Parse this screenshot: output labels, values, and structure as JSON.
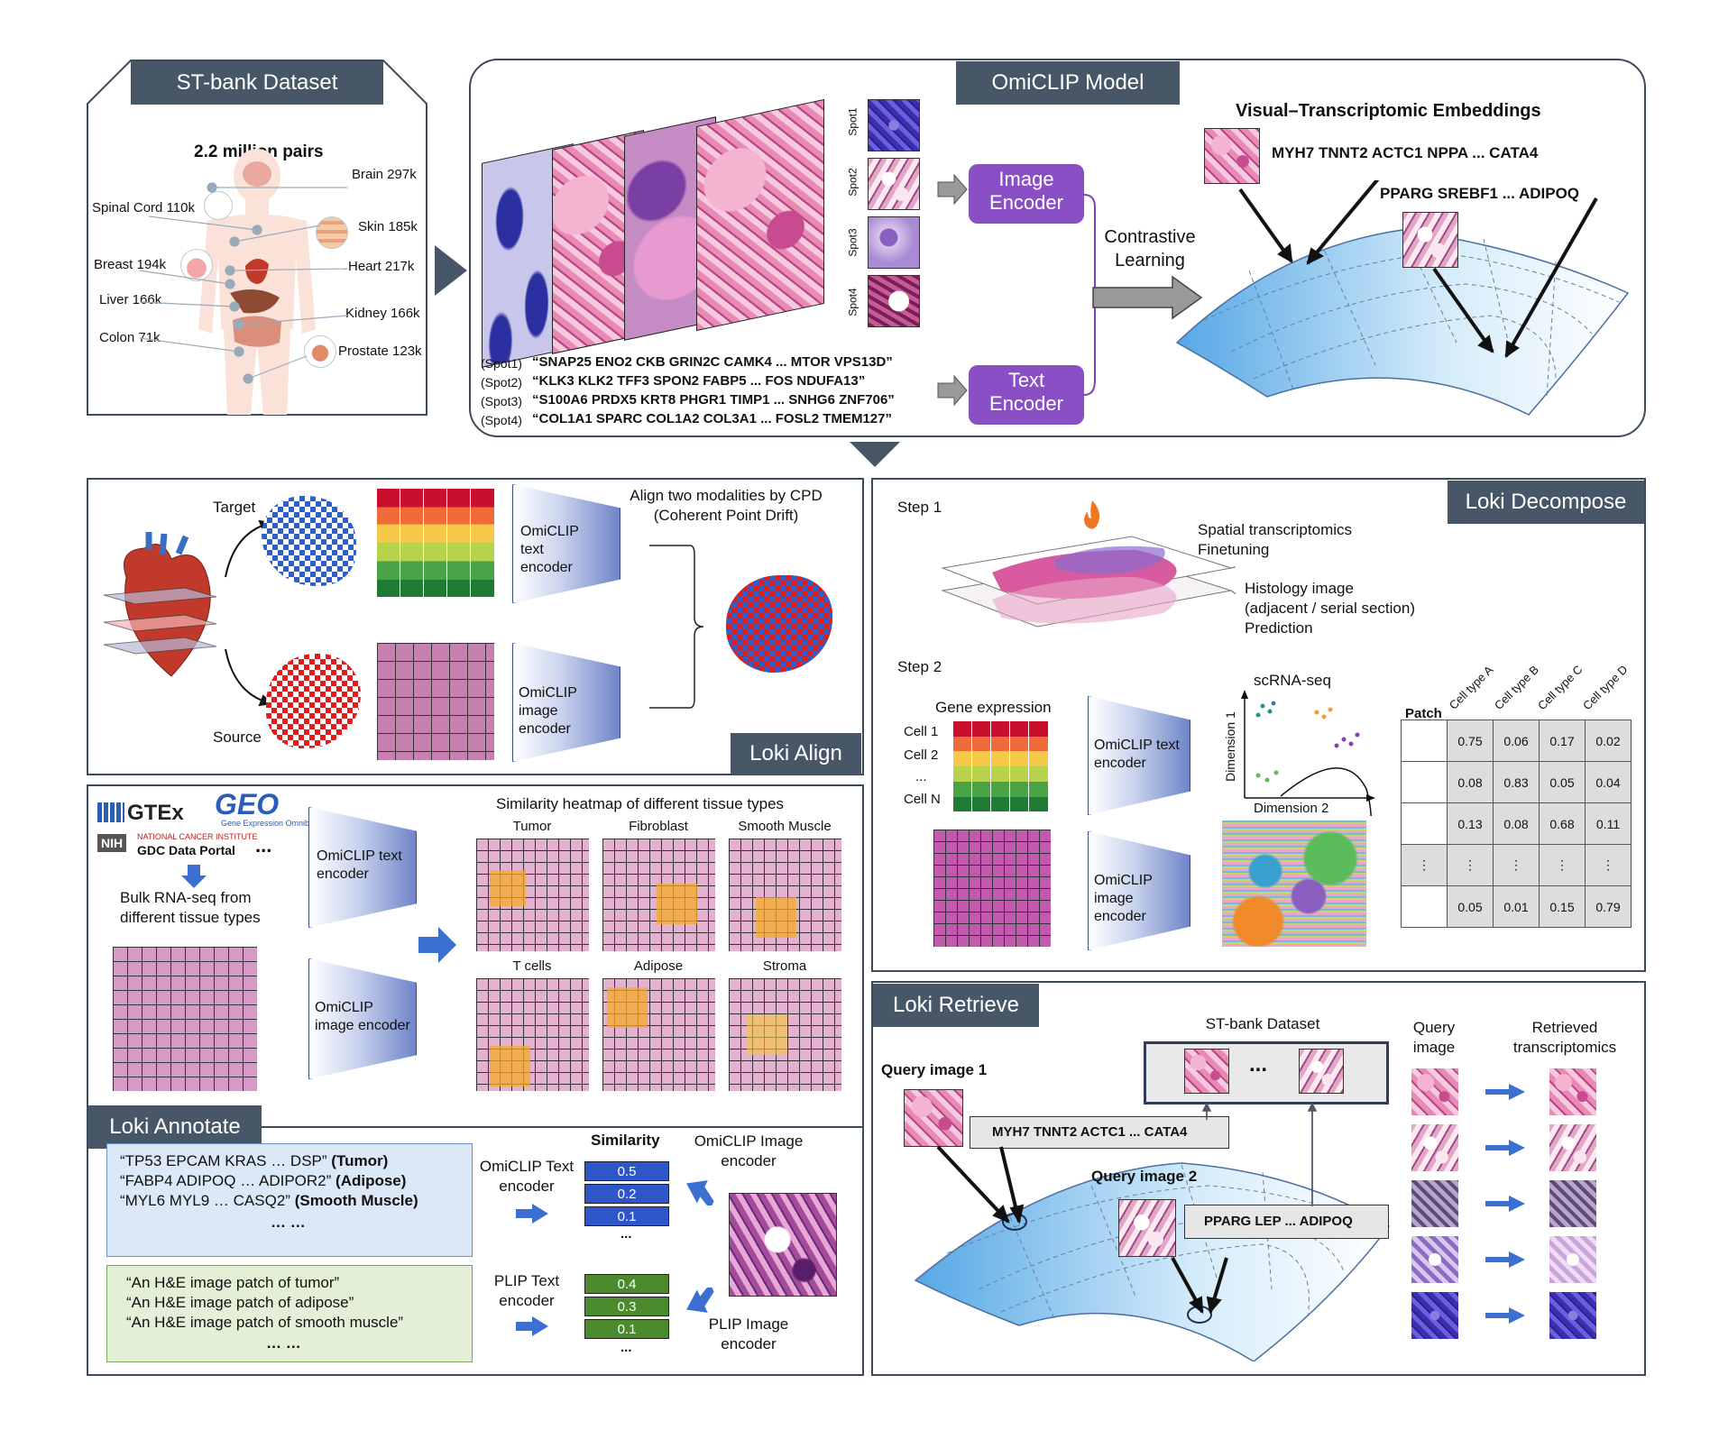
{
  "stbank": {
    "tag": "ST-bank Dataset",
    "pairs": "2.2 million pairs",
    "organs": {
      "brain": "Brain 297k",
      "spinal": "Spinal Cord 110k",
      "skin": "Skin 185k",
      "breast": "Breast 194k",
      "heart": "Heart 217k",
      "liver": "Liver 166k",
      "kidney": "Kidney 166k",
      "colon": "Colon 71k",
      "prostate": "Prostate 123k"
    }
  },
  "omiclip": {
    "tag": "OmiCLIP Model",
    "spots": [
      "Spot1",
      "Spot2",
      "Spot3",
      "Spot4"
    ],
    "image_encoder": "Image Encoder",
    "text_encoder": "Text Encoder",
    "contrastive": "Contrastive Learning",
    "embed_title": "Visual–Transcriptomic Embeddings",
    "genes1": "MYH7 TNNT2 ACTC1 NPPA ... CATA4",
    "genes2": "PPARG SREBF1 ... ADIPOQ",
    "sentences": [
      {
        "label": "(Spot1)",
        "text": "“SNAP25 ENO2 CKB GRIN2C CAMK4 ... MTOR VPS13D”"
      },
      {
        "label": "(Spot2)",
        "text": "“KLK3 KLK2 TFF3 SPON2 FABP5 ... FOS NDUFA13”"
      },
      {
        "label": "(Spot3)",
        "text": "“S100A6 PRDX5 KRT8 PHGR1 TIMP1 ... SNHG6 ZNF706”"
      },
      {
        "label": "(Spot4)",
        "text": "“COL1A1 SPARC COL1A2 COL3A1 ... FOSL2 TMEM127”"
      }
    ]
  },
  "align": {
    "tag": "Loki Align",
    "target": "Target",
    "source": "Source",
    "text_enc": "OmiCLIP text encoder",
    "image_enc": "OmiCLIP image encoder",
    "title1": "Align two modalities by CPD",
    "title2": "(Coherent Point Drift)"
  },
  "decompose": {
    "tag": "Loki Decompose",
    "step1": "Step 1",
    "step2": "Step 2",
    "st_line1": "Spatial transcriptomics",
    "st_line2": "Finetuning",
    "hist_line1": "Histology image",
    "hist_line2": "(adjacent / serial section)",
    "hist_line3": "Prediction",
    "gene_expr": "Gene expression",
    "cells": [
      "Cell 1",
      "Cell 2",
      "...",
      "Cell N"
    ],
    "text_enc": "OmiCLIP text encoder",
    "image_enc": "OmiCLIP image encoder",
    "scrna": "scRNA-seq",
    "dim1": "Dimension 1",
    "dim2": "Dimension 2",
    "patch": "Patch",
    "cell_types": [
      "Cell type A",
      "Cell type B",
      "Cell type C",
      "Cell type D"
    ],
    "rows": [
      [
        "0.75",
        "0.06",
        "0.17",
        "0.02"
      ],
      [
        "0.08",
        "0.83",
        "0.05",
        "0.04"
      ],
      [
        "0.13",
        "0.08",
        "0.68",
        "0.11"
      ],
      [
        "⋮",
        "⋮",
        "⋮",
        "⋮"
      ],
      [
        "0.05",
        "0.01",
        "0.15",
        "0.79"
      ]
    ]
  },
  "annotate": {
    "tag": "Loki Annotate",
    "gtex": "GTEx",
    "geo": "GEO",
    "geo_sub": "Gene Expression Omnibus",
    "nih": "NIH",
    "nci1": "NATIONAL CANCER INSTITUTE",
    "nci2": "GDC Data Portal",
    "dots": "...",
    "bulk1": "Bulk RNA-seq from",
    "bulk2": "different tissue types",
    "text_enc": "OmiCLIP text encoder",
    "image_enc": "OmiCLIP image encoder",
    "heat_title": "Similarity heatmap of different tissue types",
    "tissues": [
      "Tumor",
      "Fibroblast",
      "Smooth Muscle",
      "T cells",
      "Adipose",
      "Stroma"
    ],
    "omiclip_text": "OmiCLIP Text encoder",
    "plip_text": "PLIP Text encoder",
    "omiclip_img": "OmiCLIP Image encoder",
    "plip_img": "PLIP Image encoder",
    "similarity": "Similarity",
    "sim_omiclip": [
      "0.5",
      "0.2",
      "0.1"
    ],
    "sim_plip": [
      "0.4",
      "0.3",
      "0.1"
    ],
    "ellipsis": "...",
    "gene_prompts": [
      {
        "genes": "“TP53 EPCAM KRAS … DSP”",
        "label": "(Tumor)"
      },
      {
        "genes": "“FABP4 ADIPOQ … ADIPOR2”",
        "label": "(Adipose)"
      },
      {
        "genes": "“MYL6 MYL9 … CASQ2”",
        "label": "(Smooth Muscle)"
      }
    ],
    "gene_more": "… …",
    "text_prompts": [
      "“An H&E image patch of tumor”",
      "“An H&E image patch of adipose”",
      "“An H&E image patch of smooth muscle”"
    ],
    "text_more": "… …"
  },
  "retrieve": {
    "tag": "Loki Retrieve",
    "stbank": "ST-bank Dataset",
    "stdots": "...",
    "query1": "Query image 1",
    "query2": "Query image 2",
    "genes1": "MYH7 TNNT2 ACTC1 ... CATA4",
    "genes2": "PPARG LEP ... ADIPOQ",
    "qimg1": "Query",
    "qimg2": "image",
    "rt1": "Retrieved",
    "rt2": "transcriptomics"
  },
  "colors": {
    "tag_bg": "#475768",
    "encoder_purple": "#8a4fc5",
    "omiclip_blue": "#2f56c8",
    "plip_green": "#4c8a2e",
    "arrow_blue": "#3b6fd1"
  }
}
